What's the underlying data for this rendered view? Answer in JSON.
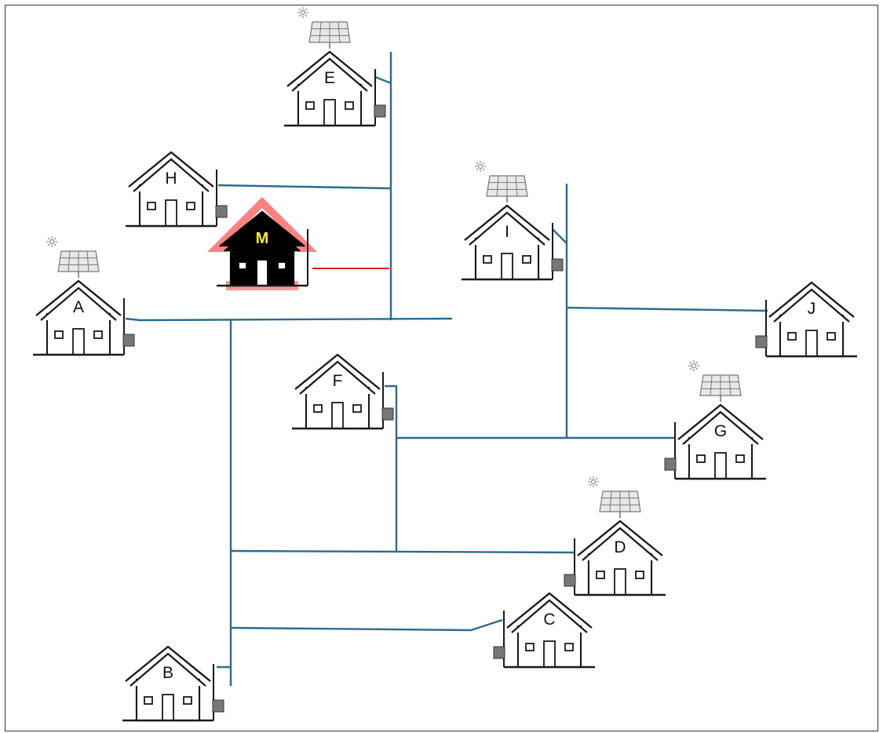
{
  "colors": {
    "line": "#2e6a8e",
    "malicious_line": "#e41c1c",
    "house_stroke": "#1a1a1a",
    "meter": "#777777",
    "panel": "#e8e8e8",
    "malicious_fill": "#000000",
    "malicious_glow": "#ff1a1a",
    "malicious_label": "#ffee22"
  },
  "houses": [
    {
      "id": "E",
      "label": "E",
      "solar": true,
      "malicious": false
    },
    {
      "id": "H",
      "label": "H",
      "solar": false,
      "malicious": false
    },
    {
      "id": "M",
      "label": "M",
      "solar": false,
      "malicious": true
    },
    {
      "id": "A",
      "label": "A",
      "solar": true,
      "malicious": false
    },
    {
      "id": "I",
      "label": "I",
      "solar": true,
      "malicious": false
    },
    {
      "id": "J",
      "label": "J",
      "solar": false,
      "malicious": false
    },
    {
      "id": "F",
      "label": "F",
      "solar": false,
      "malicious": false
    },
    {
      "id": "G",
      "label": "G",
      "solar": true,
      "malicious": false
    },
    {
      "id": "D",
      "label": "D",
      "solar": true,
      "malicious": false
    },
    {
      "id": "C",
      "label": "C",
      "solar": false,
      "malicious": false
    },
    {
      "id": "B",
      "label": "B",
      "solar": false,
      "malicious": false
    }
  ]
}
